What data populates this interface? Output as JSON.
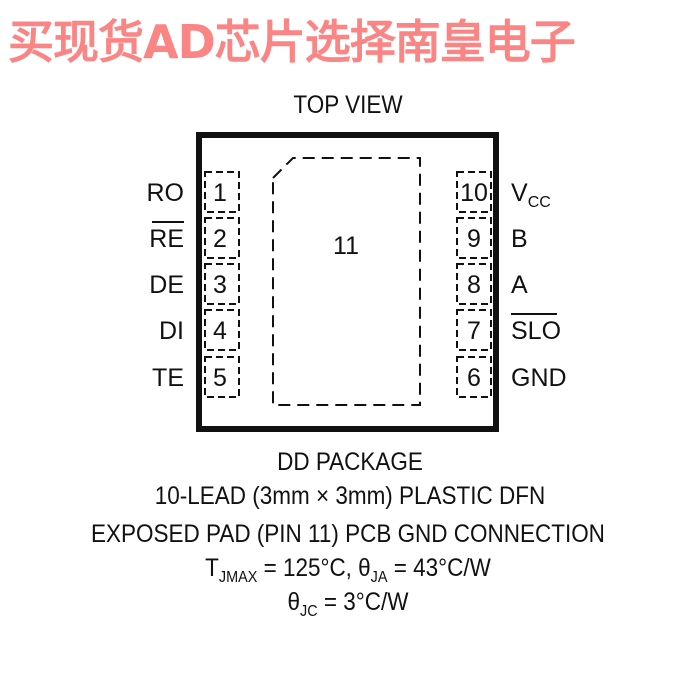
{
  "title": "TOP VIEW",
  "left_pins": [
    {
      "num": "1",
      "name": "RO"
    },
    {
      "num": "2",
      "name": "RE"
    },
    {
      "num": "3",
      "name": "DE"
    },
    {
      "num": "4",
      "name": "DI"
    },
    {
      "num": "5",
      "name": "TE"
    }
  ],
  "right_pins": [
    {
      "num": "10",
      "name": "V",
      "sub": "CC"
    },
    {
      "num": "9",
      "name": "B"
    },
    {
      "num": "8",
      "name": "A"
    },
    {
      "num": "7",
      "name": "SLO"
    },
    {
      "num": "6",
      "name": "GND"
    }
  ],
  "exposed_pad": "11",
  "caption": {
    "line1": "DD PACKAGE",
    "line2": "10-LEAD (3mm × 3mm) PLASTIC DFN",
    "line3": "EXPOSED PAD (PIN 11) PCB GND CONNECTION",
    "tj_a": "T",
    "tj_sub": "JMAX",
    "tj_b": " = 125°C, θ",
    "tj_sub2": "JA",
    "tj_c": " = 43°C/W",
    "th_a": "θ",
    "th_sub": "JC",
    "th_b": " = 3°C/W"
  },
  "watermark": "买现货AD芯片选择南皇电子",
  "colors": {
    "ink": "#111111",
    "watermark": "#fa5050"
  }
}
